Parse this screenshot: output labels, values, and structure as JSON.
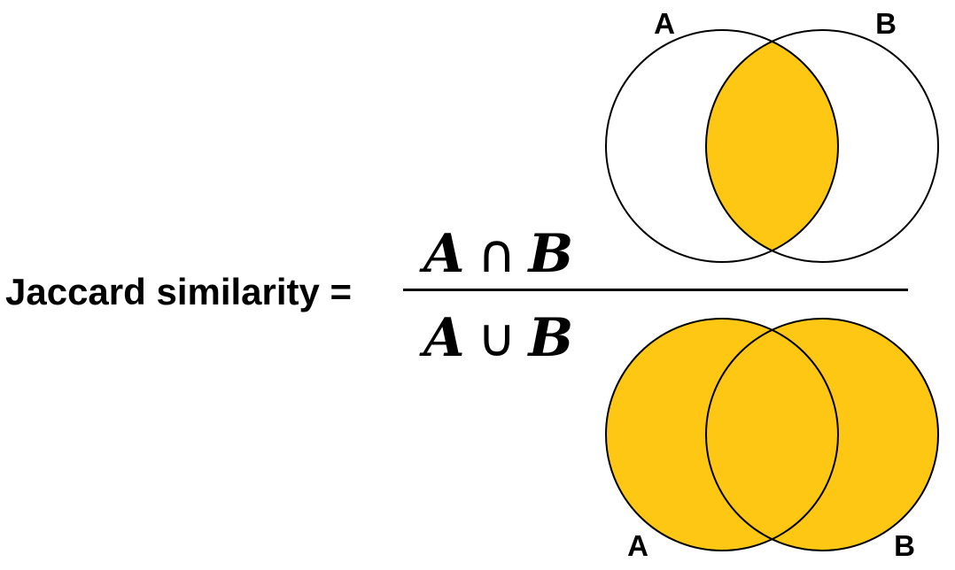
{
  "formula": {
    "lhs": "Jaccard similarity =",
    "numerator": {
      "left": "A",
      "operator": "∩",
      "right": "B"
    },
    "denominator": {
      "left": "A",
      "operator": "∪",
      "right": "B"
    }
  },
  "venn_top": {
    "label_a": "A",
    "label_b": "B",
    "highlight": "intersection"
  },
  "venn_bottom": {
    "label_a": "A",
    "label_b": "B",
    "highlight": "union"
  },
  "colors": {
    "fill": "#FEC713",
    "stroke": "#000000",
    "background": "#FFFFFF"
  }
}
